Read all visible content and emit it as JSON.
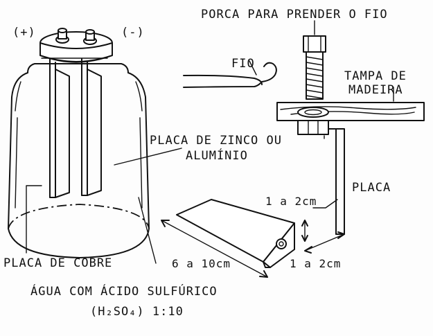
{
  "labels": {
    "terminal_positive": "(+)",
    "terminal_negative": "(-)",
    "nut_title": "PORCA PARA PRENDER O FIO",
    "wire": "FIO",
    "lid_line1": "TAMPA DE",
    "lid_line2": "MADEIRA",
    "zinc_line1": "PLACA DE ZINCO OU",
    "zinc_line2": "ALUMÍNIO",
    "plate": "PLACA",
    "dim_small_top": "1 a 2cm",
    "copper": "PLACA DE COBRE",
    "dim_long": "6 a 10cm",
    "dim_small_bottom": "1 a 2cm",
    "acid_line1": "ÁGUA COM ÁCIDO SULFÚRICO",
    "acid_formula": "(H₂SO₄) 1:10"
  }
}
